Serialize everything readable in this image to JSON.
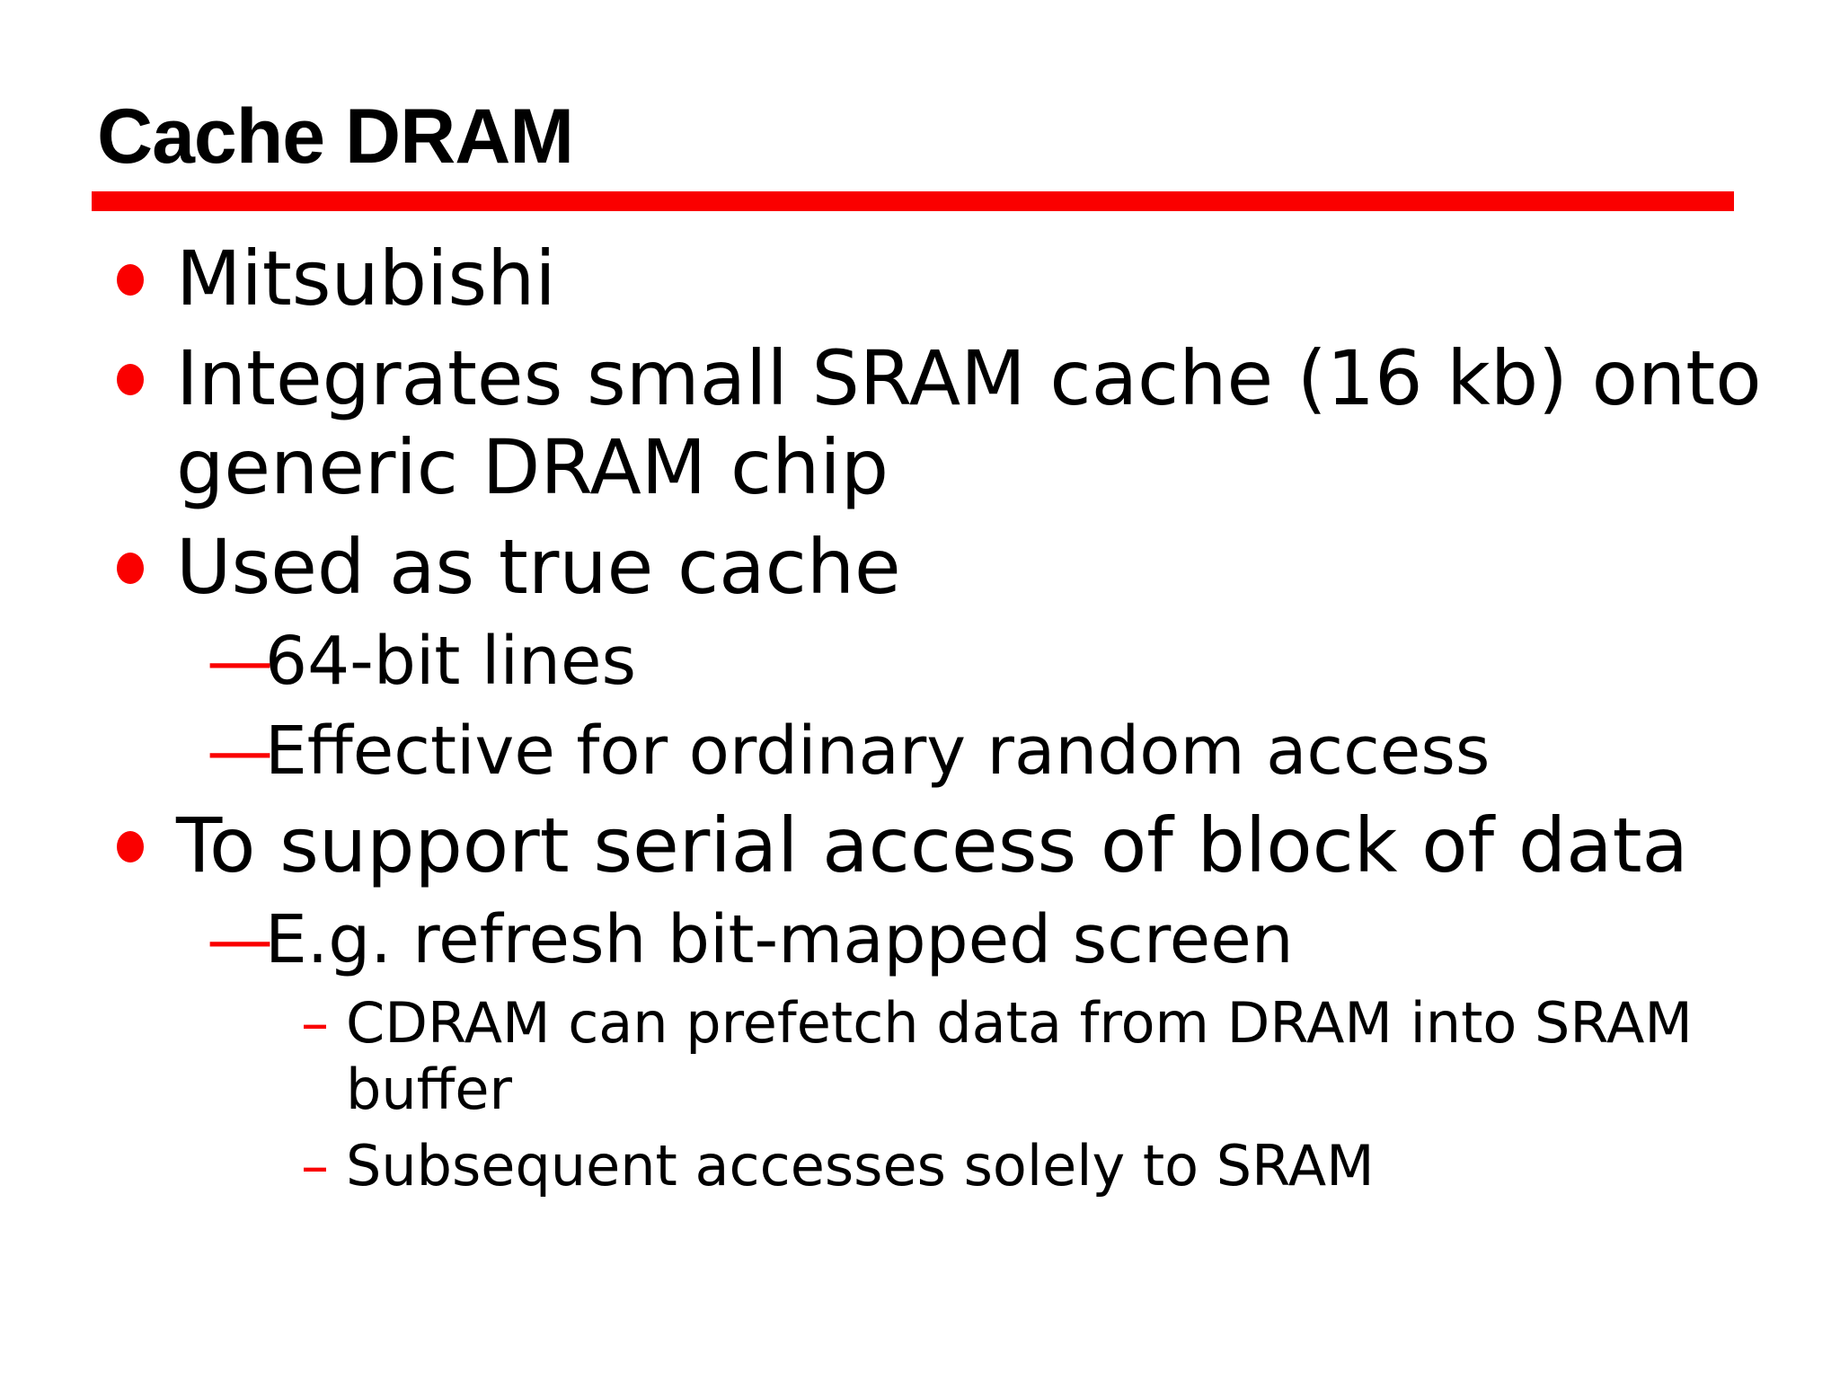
{
  "slide": {
    "title": "Cache DRAM",
    "colors": {
      "accent": "#fa0000",
      "text": "#000000",
      "background": "#ffffff"
    },
    "bullet_markers": {
      "level1": "red-disc",
      "level2": "—",
      "level3": "–"
    },
    "bullets": [
      {
        "level": 1,
        "text": "Mitsubishi"
      },
      {
        "level": 1,
        "text": "Integrates small SRAM cache (16 kb) onto generic DRAM chip"
      },
      {
        "level": 1,
        "text": "Used as true cache"
      },
      {
        "level": 2,
        "text": "64-bit lines"
      },
      {
        "level": 2,
        "text": "Effective for ordinary random access"
      },
      {
        "level": 1,
        "text": "To support serial access of block of data"
      },
      {
        "level": 2,
        "text": "E.g. refresh bit-mapped screen"
      },
      {
        "level": 3,
        "text": "CDRAM can prefetch data from DRAM into SRAM buffer"
      },
      {
        "level": 3,
        "text": "Subsequent accesses solely to SRAM"
      }
    ]
  }
}
